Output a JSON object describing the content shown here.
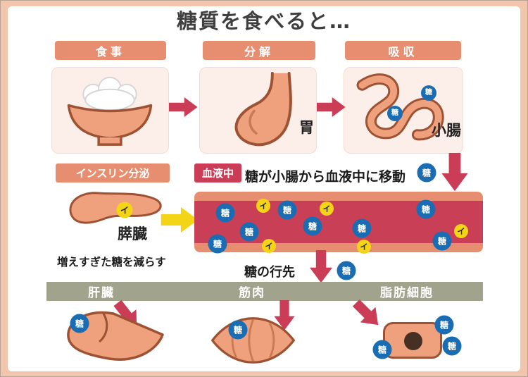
{
  "title": "糖質を食べると…",
  "glyphs": {
    "sugar": "糖",
    "insulin": "イ"
  },
  "steps": [
    {
      "label": "食事"
    },
    {
      "label": "分解",
      "organ": "胃"
    },
    {
      "label": "吸収",
      "organ": "小腸"
    }
  ],
  "insulin_section": {
    "label": "インスリン分泌",
    "organ": "膵臓",
    "note": "増えすぎた糖を減らす"
  },
  "blood_section": {
    "label": "血液中",
    "caption": "糖が小腸から血液中に移動"
  },
  "destination_section": {
    "title": "糖の行先",
    "destinations": [
      "肝臓",
      "筋肉",
      "脂肪細胞"
    ]
  },
  "colors": {
    "frame": "#f2c5ad",
    "salmon": "#e78e71",
    "crimson": "#cb3d57",
    "blue": "#1a6cb3",
    "yellow": "#f4d416",
    "sage": "#a2a38d",
    "organ_fill": "#efa07c",
    "organ_outline": "#9c5233"
  }
}
